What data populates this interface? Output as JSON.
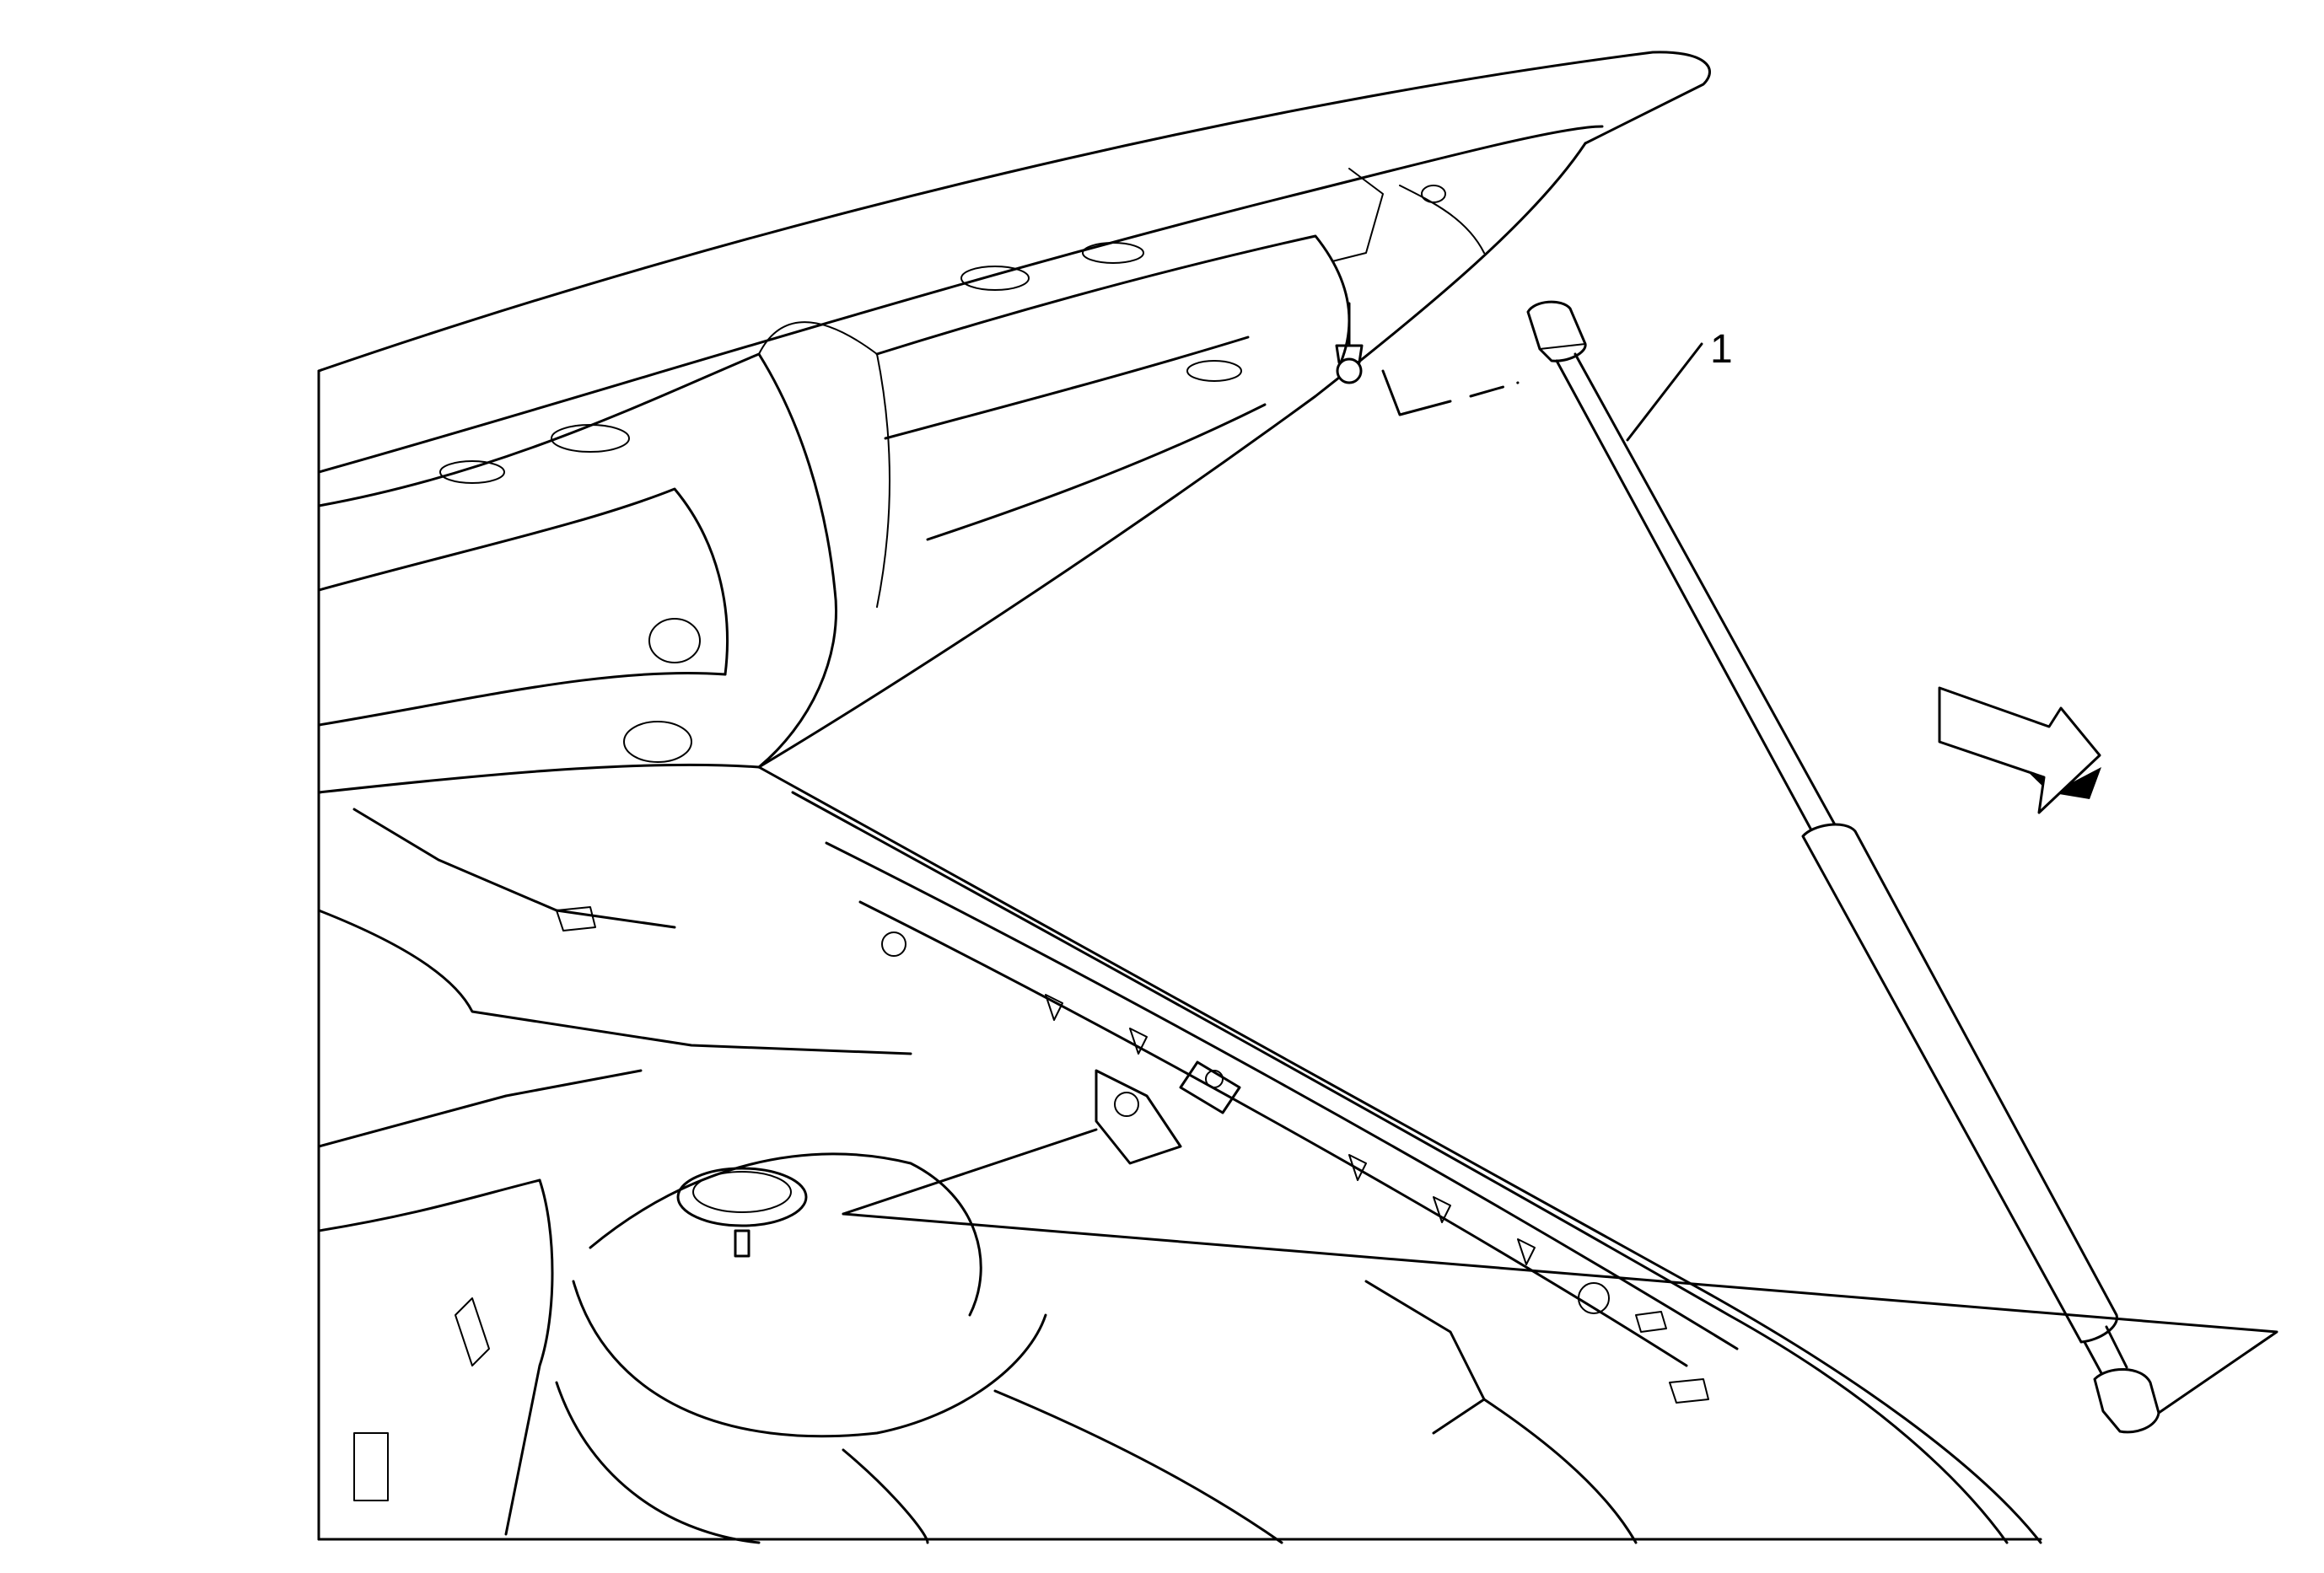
{
  "diagram": {
    "callouts": [
      {
        "id": "1",
        "label": "1",
        "refers_to": "hood-strut"
      }
    ],
    "icons": [
      "direction-arrow-icon"
    ],
    "colors": {
      "line": "#000000",
      "background": "#ffffff",
      "arrow_shadow": "#000000"
    }
  }
}
